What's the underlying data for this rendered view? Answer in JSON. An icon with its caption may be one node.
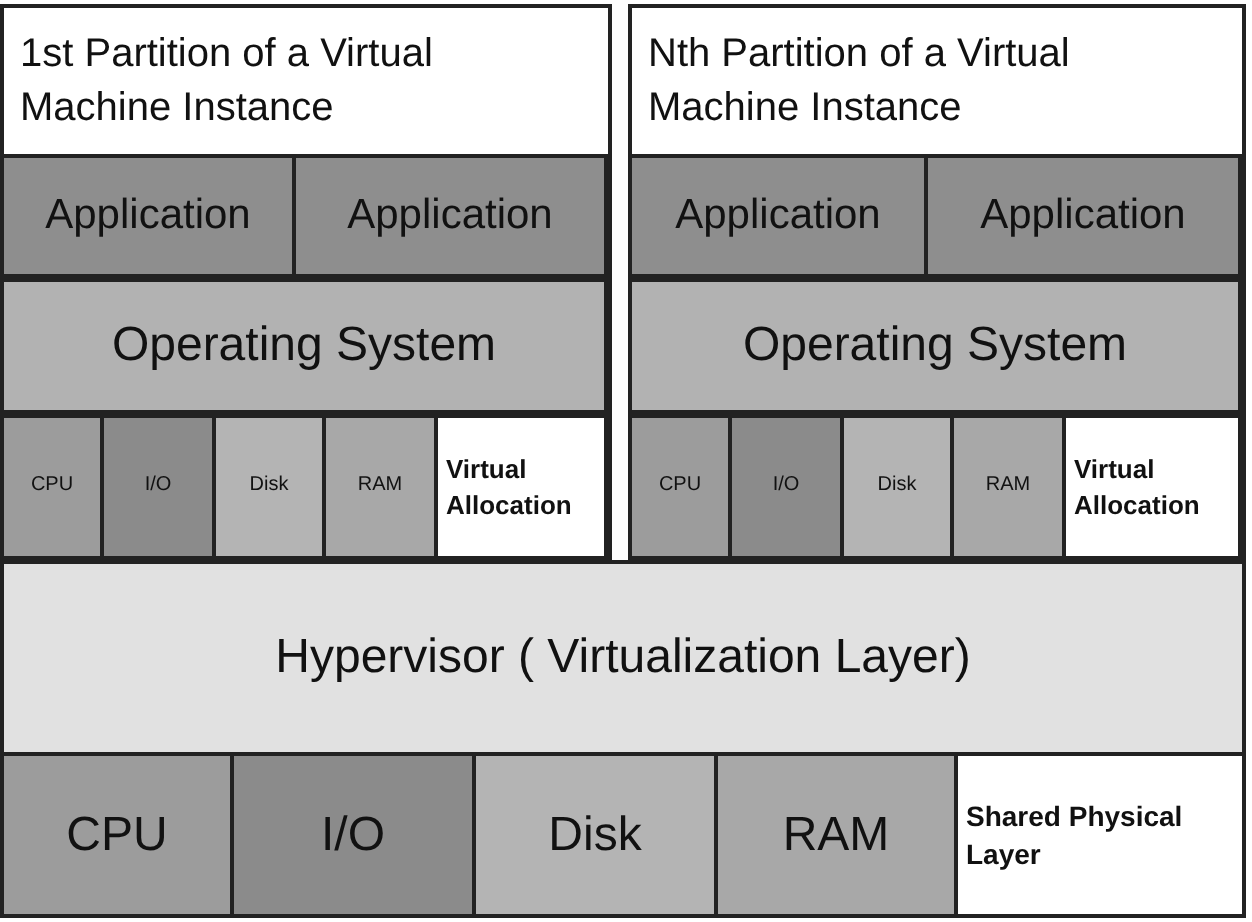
{
  "diagram": {
    "nodes": [
      {
        "text": [
          "1st Partition of a Virtual Machine Instance"
        ]
      },
      {
        "text": [
          "Application"
        ],
        "in": 0
      },
      {
        "text": [
          "Application"
        ],
        "in": 0
      },
      {
        "text": [
          "Operating System"
        ],
        "in": 0
      },
      {
        "text": [
          "CPU"
        ],
        "in": 0
      },
      {
        "text": [
          "I/O"
        ],
        "in": 0
      },
      {
        "text": [
          "Disk"
        ],
        "in": 0
      },
      {
        "text": [
          "RAM"
        ],
        "in": 0
      },
      {
        "text": [
          "Virtual Allocation"
        ],
        "in": 0
      },
      {
        "text": [
          "Nth Partition of a Virtual Machine Instance"
        ]
      },
      {
        "text": [
          "Application"
        ],
        "in": 9
      },
      {
        "text": [
          "Application"
        ],
        "in": 9
      },
      {
        "text": [
          "Operating System"
        ],
        "in": 9
      },
      {
        "text": [
          "CPU"
        ],
        "in": 9
      },
      {
        "text": [
          "I/O"
        ],
        "in": 9
      },
      {
        "text": [
          "Disk"
        ],
        "in": 9
      },
      {
        "text": [
          "RAM"
        ],
        "in": 9
      },
      {
        "text": [
          "Virtual Allocation"
        ],
        "in": 9
      },
      {
        "text": [
          "Hypervisor ( Virtualization Layer)"
        ]
      },
      {
        "text": [
          "CPU"
        ]
      },
      {
        "text": [
          "I/O"
        ]
      },
      {
        "text": [
          "Disk"
        ]
      },
      {
        "text": [
          "RAM"
        ]
      },
      {
        "text": [
          "Shared Physical Layer"
        ]
      }
    ]
  }
}
